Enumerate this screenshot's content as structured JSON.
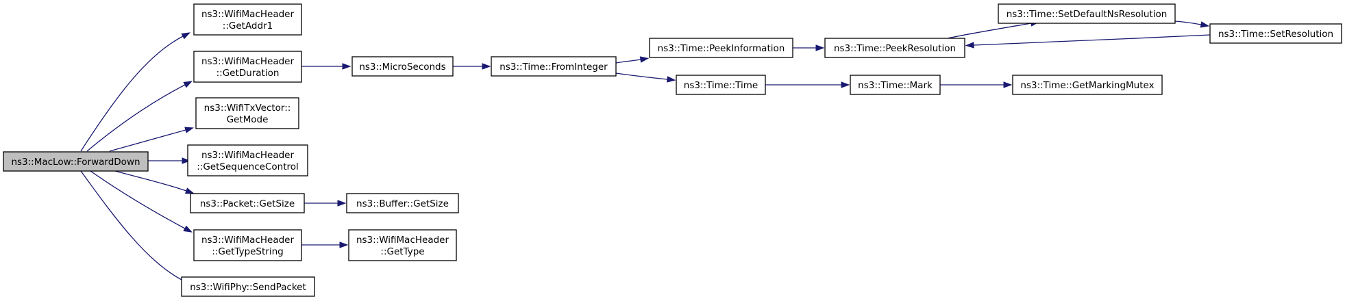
{
  "graph": {
    "edge_color": "#191970",
    "current_fill": "#bfbfbf",
    "nodes": [
      {
        "id": "n0",
        "lines": [
          "ns3::MacLow::ForwardDown"
        ],
        "current": true
      },
      {
        "id": "n1",
        "lines": [
          "ns3::WifiMacHeader",
          "::GetAddr1"
        ]
      },
      {
        "id": "n2",
        "lines": [
          "ns3::WifiMacHeader",
          "::GetDuration"
        ]
      },
      {
        "id": "n3",
        "lines": [
          "ns3::WifiTxVector::",
          "GetMode"
        ]
      },
      {
        "id": "n4",
        "lines": [
          "ns3::WifiMacHeader",
          "::GetSequenceControl"
        ]
      },
      {
        "id": "n5",
        "lines": [
          "ns3::Packet::GetSize"
        ]
      },
      {
        "id": "n6",
        "lines": [
          "ns3::WifiMacHeader",
          "::GetTypeString"
        ]
      },
      {
        "id": "n7",
        "lines": [
          "ns3::WifiPhy::SendPacket"
        ]
      },
      {
        "id": "n8",
        "lines": [
          "ns3::MicroSeconds"
        ]
      },
      {
        "id": "n9",
        "lines": [
          "ns3::Buffer::GetSize"
        ]
      },
      {
        "id": "n10",
        "lines": [
          "ns3::WifiMacHeader",
          "::GetType"
        ]
      },
      {
        "id": "n11",
        "lines": [
          "ns3::Time::FromInteger"
        ]
      },
      {
        "id": "n12",
        "lines": [
          "ns3::Time::PeekInformation"
        ]
      },
      {
        "id": "n13",
        "lines": [
          "ns3::Time::Time"
        ]
      },
      {
        "id": "n14",
        "lines": [
          "ns3::Time::PeekResolution"
        ]
      },
      {
        "id": "n15",
        "lines": [
          "ns3::Time::Mark"
        ]
      },
      {
        "id": "n16",
        "lines": [
          "ns3::Time::SetDefaultNsResolution"
        ]
      },
      {
        "id": "n17",
        "lines": [
          "ns3::Time::SetResolution"
        ]
      },
      {
        "id": "n18",
        "lines": [
          "ns3::Time::GetMarkingMutex"
        ]
      }
    ],
    "edges": [
      [
        "n0",
        "n1"
      ],
      [
        "n0",
        "n2"
      ],
      [
        "n0",
        "n3"
      ],
      [
        "n0",
        "n4"
      ],
      [
        "n0",
        "n5"
      ],
      [
        "n0",
        "n6"
      ],
      [
        "n0",
        "n7"
      ],
      [
        "n2",
        "n8"
      ],
      [
        "n5",
        "n9"
      ],
      [
        "n6",
        "n10"
      ],
      [
        "n8",
        "n11"
      ],
      [
        "n11",
        "n12"
      ],
      [
        "n11",
        "n13"
      ],
      [
        "n12",
        "n14"
      ],
      [
        "n13",
        "n15"
      ],
      [
        "n14",
        "n16"
      ],
      [
        "n16",
        "n17"
      ],
      [
        "n17",
        "n14"
      ],
      [
        "n15",
        "n18"
      ]
    ]
  }
}
